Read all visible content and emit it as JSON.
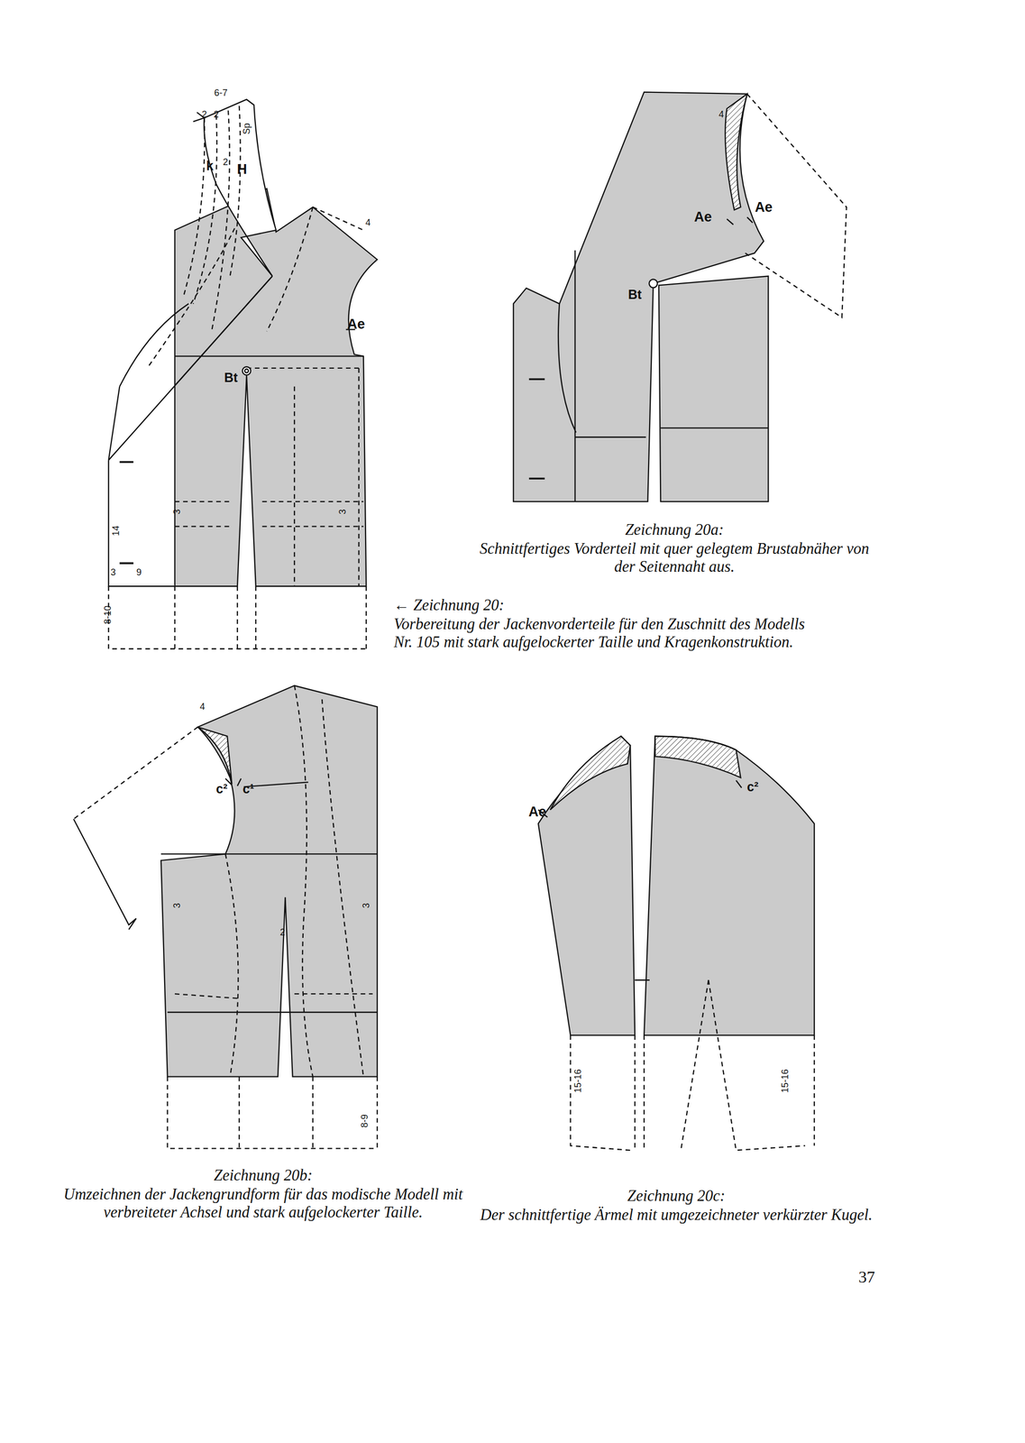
{
  "diagram": {
    "labels": [
      "6-7",
      "2",
      "2",
      "Sp",
      "k",
      "2",
      "H",
      "4",
      "Ae",
      "Bt",
      "14",
      "3",
      "3",
      "3",
      "9",
      "8-10",
      "4",
      "Ae",
      "Ae",
      "Bt",
      "Zeichnung 20a:",
      "Schnittfertiges Vorderteil mit quer gelegtem Brustabnäher von der Seitennaht aus.",
      "← Zeichnung 20:",
      "Vorbereitung der Jackenvorderteile für den Zuschnitt des Modells Nr. 105 mit stark aufgelockerter Taille und Kragenkonstruktion.",
      "4",
      "c²",
      "c¹",
      "3",
      "2",
      "3",
      "8-9",
      "Ae",
      "c²",
      "15-16",
      "15-16",
      "Zeichnung 20b:",
      "Umzeichnen der Jackengrundform für das modische Modell mit verbreiteter Achsel und stark aufgelockerter Taille.",
      "Zeichnung 20c:",
      "Der schnittfertige Ärmel mit umgezeichneter verkürzter Kugel.",
      "37"
    ]
  }
}
